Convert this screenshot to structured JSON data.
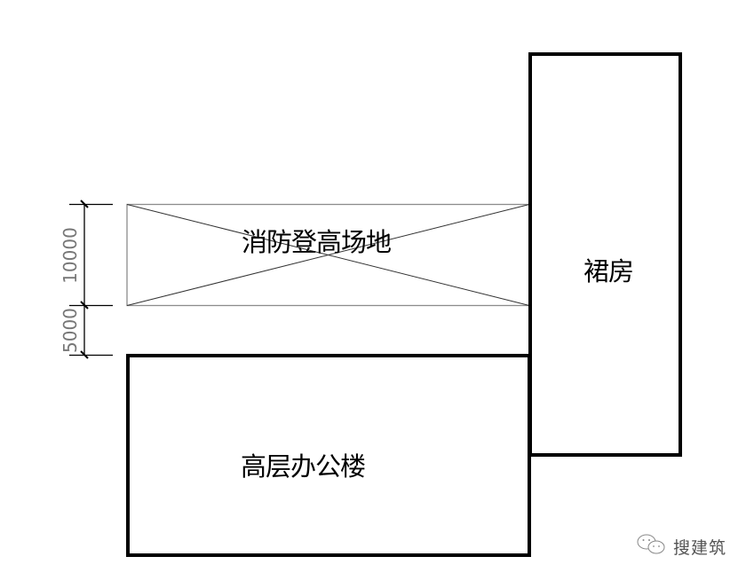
{
  "diagram": {
    "type": "site-plan",
    "buildings": {
      "podium": {
        "label": "裙房"
      },
      "tower": {
        "label": "高层办公楼"
      },
      "fire_rescue_site": {
        "label": "消防登高场地"
      }
    },
    "dimensions": {
      "site_depth": "10000",
      "setback": "5000"
    },
    "colors": {
      "building_outline": "#000000",
      "site_outline": "#8c8c8c",
      "dimension_text": "#777777"
    }
  },
  "watermark": {
    "icon": "wechat-icon",
    "text": "搜建筑"
  }
}
